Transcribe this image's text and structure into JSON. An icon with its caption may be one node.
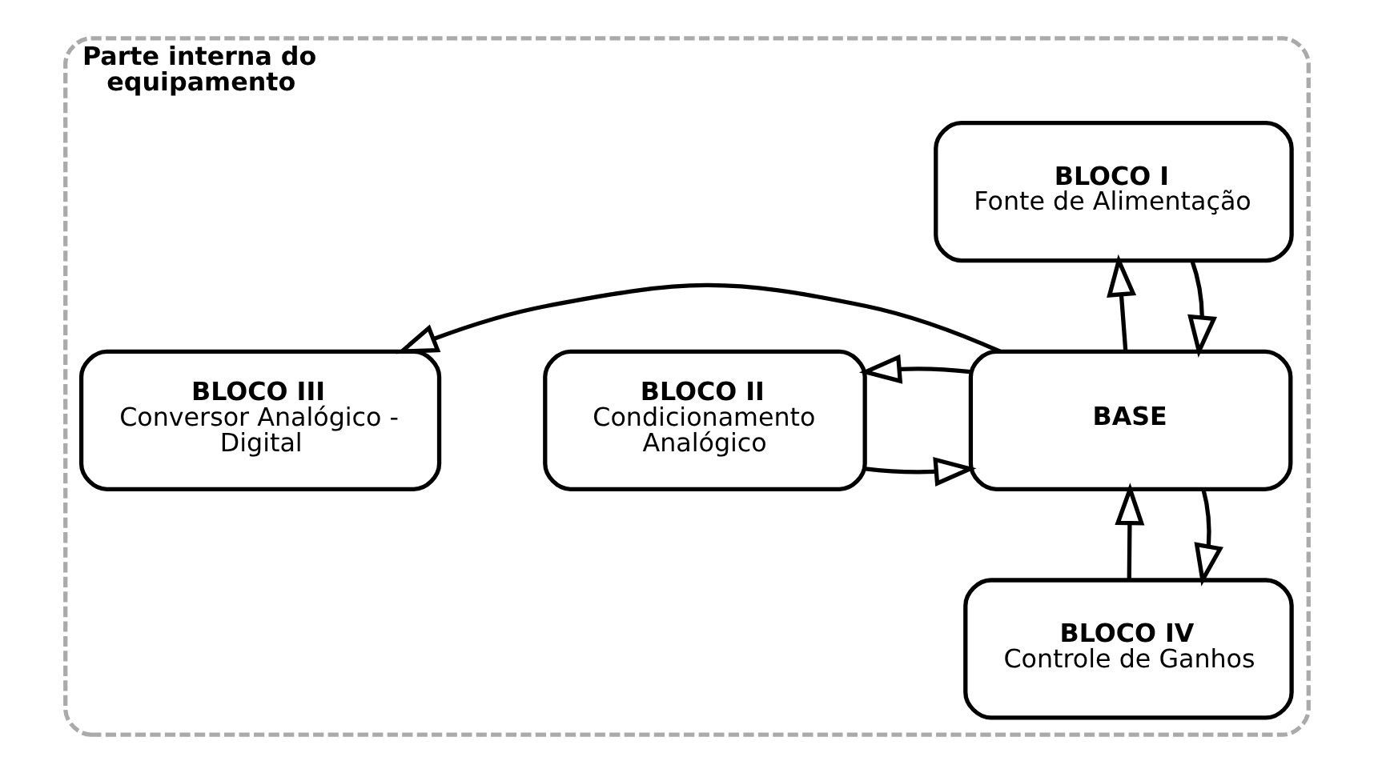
{
  "diagram": {
    "nodes": [
      {
        "text": [
          "Parte interna do equipamento"
        ]
      },
      {
        "text": [
          "BLOCO I",
          "Fonte de Alimentação"
        ],
        "in": 0
      },
      {
        "text": [
          "BLOCO II",
          "Condicionamento Analógico"
        ],
        "in": 0
      },
      {
        "text": [
          "BASE"
        ],
        "in": 0
      },
      {
        "text": [
          "BLOCO III",
          "Conversor Analógico - Digital"
        ],
        "in": 0
      },
      {
        "text": [
          "BLOCO IV",
          "Controle de Ganhos"
        ],
        "in": 0
      }
    ],
    "edges": [
      {
        "from": 3,
        "to": 1,
        "arrow": "to"
      },
      {
        "from": 1,
        "to": 3,
        "arrow": "to"
      },
      {
        "from": 2,
        "to": 3,
        "arrow": "to"
      },
      {
        "from": 3,
        "to": 2,
        "arrow": "to"
      },
      {
        "from": 3,
        "to": 4,
        "arrow": "to"
      },
      {
        "from": 5,
        "to": 3,
        "arrow": "to"
      },
      {
        "from": 3,
        "to": 5,
        "arrow": "to"
      }
    ]
  }
}
